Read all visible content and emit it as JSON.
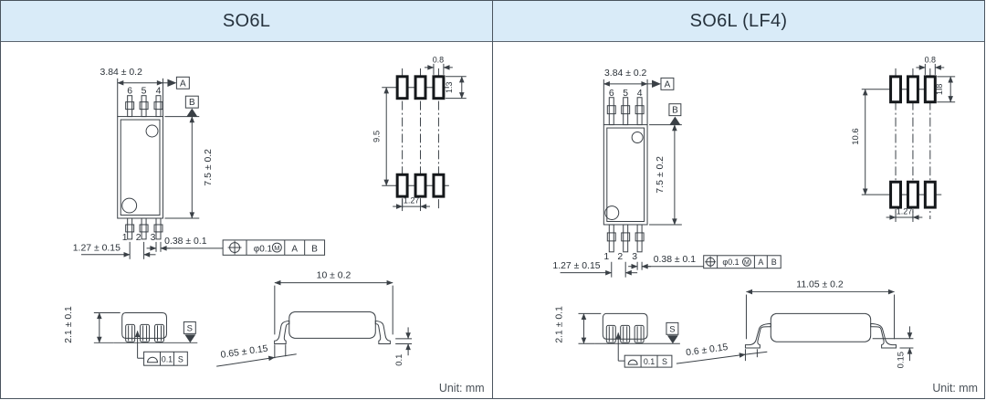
{
  "panels": [
    {
      "title": "SO6L",
      "front_view": {
        "body_width": "3.84 ± 0.2",
        "body_height": "7.5 ± 0.2",
        "lead_pitch": "1.27 ± 0.15",
        "lead_width": "0.38 ± 0.1",
        "pin_top": [
          "6",
          "5",
          "4"
        ],
        "pin_bottom": [
          "1",
          "2",
          "3"
        ],
        "datum_a": "A",
        "datum_b": "B",
        "position_tolerance": {
          "value": "φ0.1",
          "modifier": "M",
          "datum_1": "A",
          "datum_2": "B"
        }
      },
      "land_pattern": {
        "pad_width": "0.8",
        "pad_height": "1.3",
        "row_span": "9.5",
        "pad_pitch": "1.27"
      },
      "end_view": {
        "height": "2.1 ± 0.1",
        "datum_s": "S",
        "seating_tolerance": {
          "value": "0.1",
          "datum": "S"
        }
      },
      "side_view": {
        "overall_length": "10 ± 0.2",
        "foot_length": "0.65 ± 0.15",
        "standoff": "0.1"
      },
      "unit_label": "Unit: mm"
    },
    {
      "title": "SO6L (LF4)",
      "front_view": {
        "body_width": "3.84 ± 0.2",
        "body_height": "7.5 ± 0.2",
        "lead_pitch": "1.27 ± 0.15",
        "lead_width": "0.38 ± 0.1",
        "pin_top": [
          "6",
          "5",
          "4"
        ],
        "pin_bottom": [
          "1",
          "2",
          "3"
        ],
        "datum_a": "A",
        "datum_b": "B",
        "position_tolerance": {
          "value": "φ0.1",
          "modifier": "M",
          "datum_1": "A",
          "datum_2": "B"
        }
      },
      "land_pattern": {
        "pad_width": "0.8",
        "pad_height": "1.8",
        "row_span": "10.6",
        "pad_pitch": "1.27"
      },
      "end_view": {
        "height": "2.1 ± 0.1",
        "datum_s": "S",
        "seating_tolerance": {
          "value": "0.1",
          "datum": "S"
        }
      },
      "side_view": {
        "overall_length": "11.05 ± 0.2",
        "foot_length": "0.6 ± 0.15",
        "standoff": "0.15"
      },
      "unit_label": "Unit: mm"
    }
  ],
  "colors": {
    "header_bg": "#d9ebf8",
    "line": "#3a4046",
    "border": "#4a545e",
    "text": "#2a3138"
  }
}
